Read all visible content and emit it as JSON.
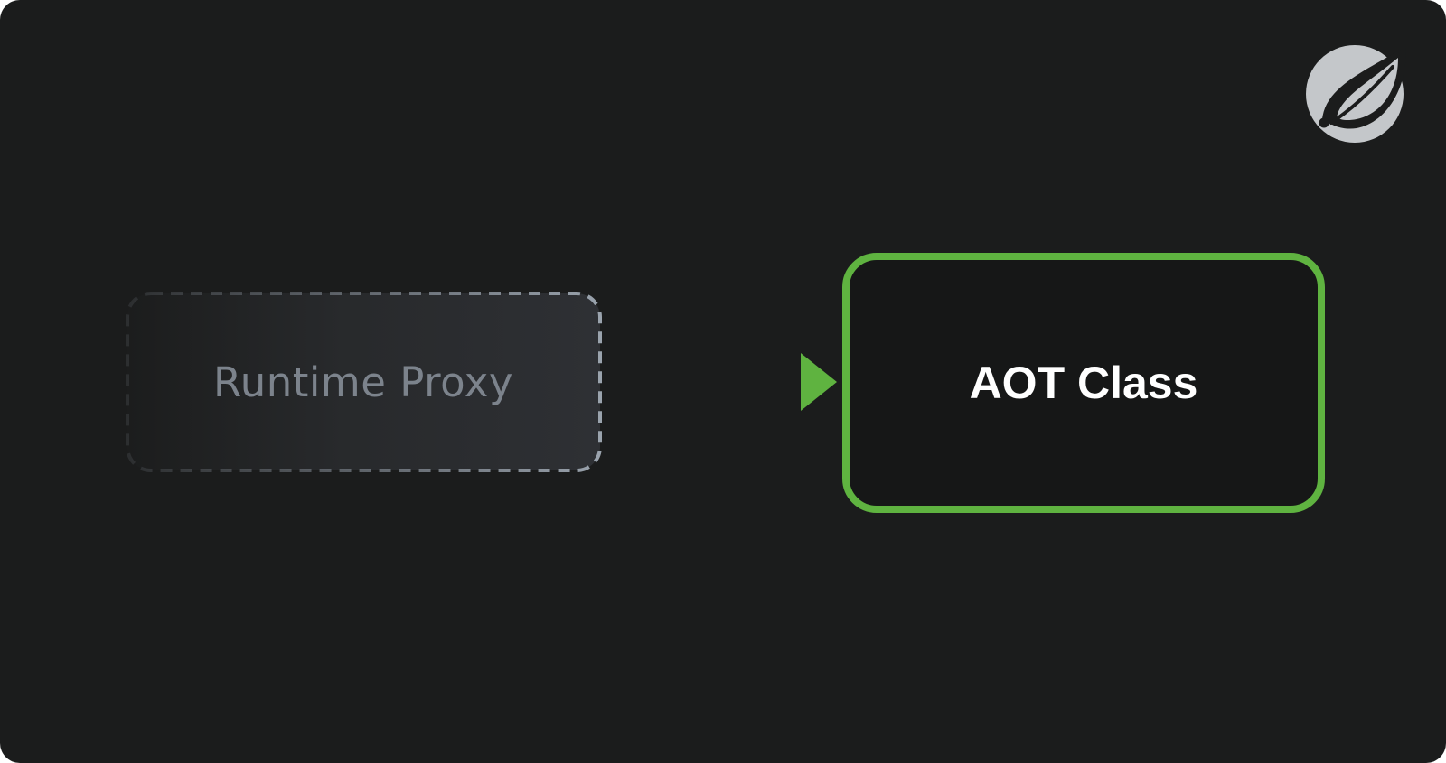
{
  "diagram": {
    "source_node": {
      "label": "Runtime Proxy",
      "style": "dashed",
      "state": "faded"
    },
    "target_node": {
      "label": "AOT Class",
      "style": "solid"
    },
    "edge": {
      "from": "Runtime Proxy",
      "to": "AOT Class",
      "direction": "left-to-right"
    }
  },
  "logo": {
    "icon": "spring-leaf-icon"
  },
  "colors": {
    "background": "#1b1c1c",
    "accent_green": "#5fb340",
    "proxy_border": "#8a929c",
    "proxy_fill": "#2c2e31",
    "proxy_text": "#7c838c",
    "target_text": "#ffffff",
    "logo_gray": "#c4c7ca"
  }
}
